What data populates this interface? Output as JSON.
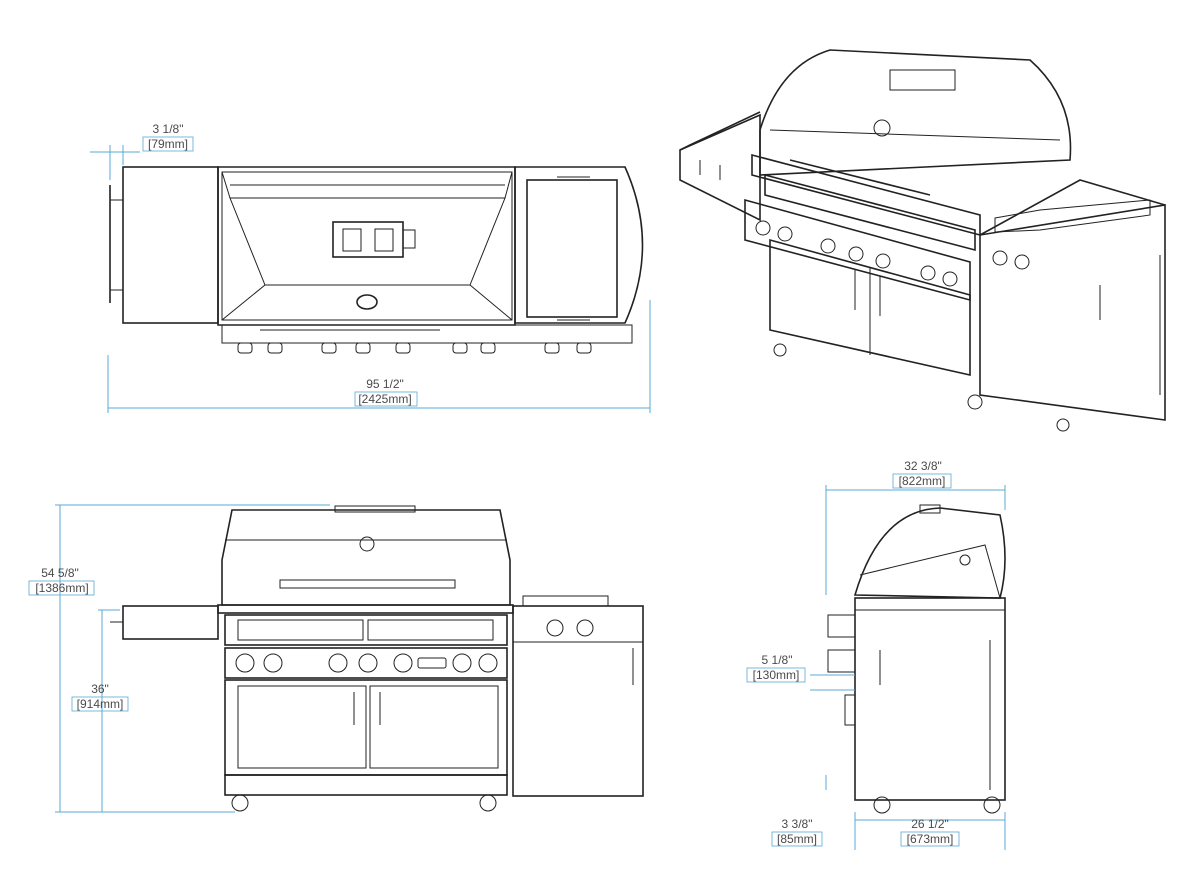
{
  "dimensions": {
    "top_left_ext": {
      "imperial": "3 1/8\"",
      "metric": "[79mm]"
    },
    "top_width": {
      "imperial": "95 1/2\"",
      "metric": "[2425mm]"
    },
    "front_height": {
      "imperial": "54 5/8\"",
      "metric": "[1386mm]"
    },
    "front_counter_height": {
      "imperial": "36\"",
      "metric": "[914mm]"
    },
    "side_depth": {
      "imperial": "32 3/8\"",
      "metric": "[822mm]"
    },
    "side_drawer": {
      "imperial": "5 1/8\"",
      "metric": "[130mm]"
    },
    "side_base": {
      "imperial": "3 3/8\"",
      "metric": "[85mm]"
    },
    "side_cart": {
      "imperial": "26 1/2\"",
      "metric": "[673mm]"
    }
  },
  "colors": {
    "line": "#222222",
    "dimension": "#5aa9d6",
    "text": "#4a4a4a"
  }
}
